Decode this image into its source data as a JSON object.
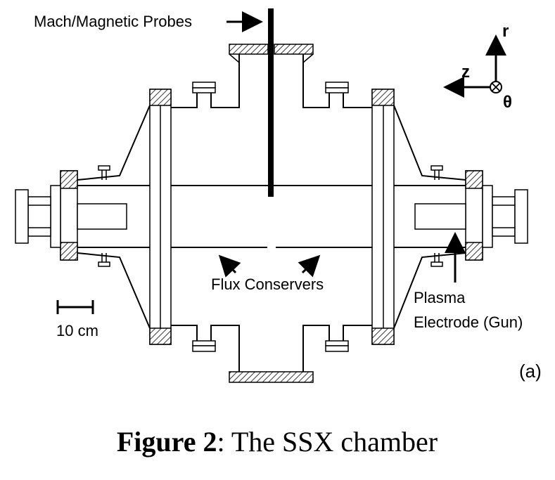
{
  "labels": {
    "probes": "Mach/Magnetic Probes",
    "flux": "Flux Conservers",
    "plasma_line1": "Plasma",
    "plasma_line2": "Electrode (Gun)",
    "scale": "10 cm",
    "panel": "(a)"
  },
  "axes": {
    "r": "r",
    "z": "z",
    "theta": "θ"
  },
  "caption": {
    "bold": "Figure 2",
    "rest": ": The SSX chamber"
  },
  "colors": {
    "line": "#000000",
    "background": "#ffffff"
  }
}
